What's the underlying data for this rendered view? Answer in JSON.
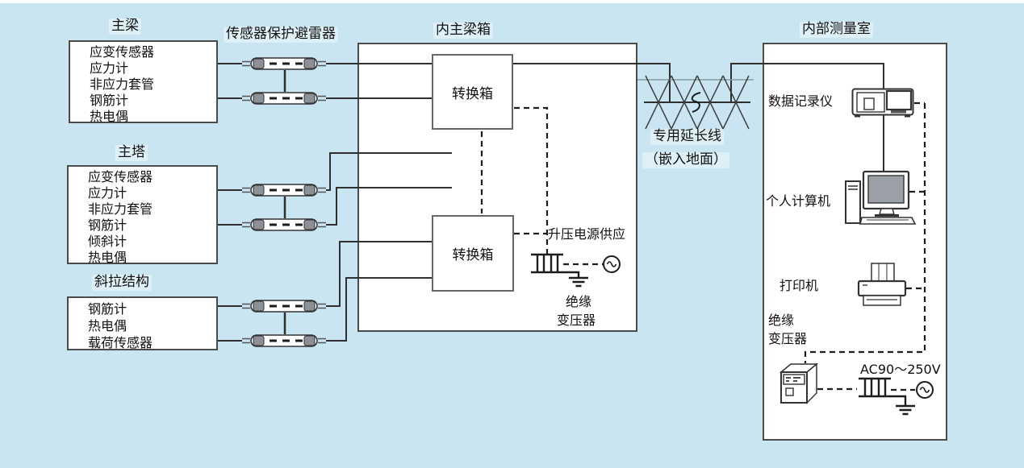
{
  "colors": {
    "background": "#c9e5f2",
    "box_fill": "#ffffff",
    "box_border": "#4a4a4a",
    "wire": "#2f2f2f",
    "arrester_cap": "#8b9196"
  },
  "arrester_title": "传感器保护避雷器",
  "sensor_groups": [
    {
      "title": "主梁",
      "items": [
        "应变传感器",
        "应力计",
        "非应力套管",
        "钢筋计",
        "热电偶"
      ]
    },
    {
      "title": "主塔",
      "items": [
        "应变传感器",
        "应力计",
        "非应力套管",
        "钢筋计",
        "倾斜计",
        "热电偶"
      ]
    },
    {
      "title": "斜拉结构",
      "items": [
        "钢筋计",
        "热电偶",
        "载荷传感器"
      ]
    }
  ],
  "girder_box": {
    "title": "内主梁箱",
    "converter1": "转换箱",
    "converter2": "转换箱",
    "boost_supply": "升压电源供应",
    "isolation_transformer": {
      "line1": "绝缘",
      "line2": "变压器"
    }
  },
  "extension_cable": {
    "line1": "专用延长线",
    "line2": "（嵌入地面）"
  },
  "measurement_room": {
    "title": "内部测量室",
    "data_logger": "数据记录仪",
    "personal_computer": "个人计算机",
    "printer": "打印机",
    "isolation_transformer": {
      "line1": "绝缘",
      "line2": "变压器"
    },
    "ac_rating": "AC90～250V"
  }
}
